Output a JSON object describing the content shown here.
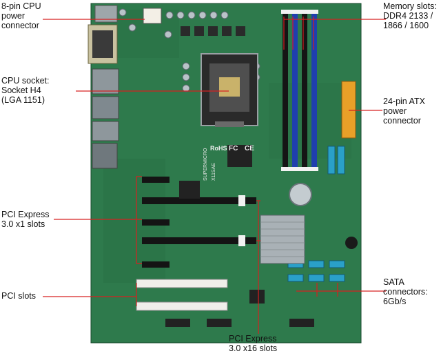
{
  "labels": {
    "cpu_power": "8-pin CPU\npower\nconnector",
    "cpu_socket": "CPU socket:\nSocket H4\n(LGA 1151)",
    "pcie_x1": "PCI Express\n3.0 x1 slots",
    "pci": "PCI slots",
    "memory": "Memory slots:\nDDR4 2133 /\n1866 / 1600",
    "atx_power": "24-pin ATX\npower\nconnector",
    "sata": "SATA\nconnectors:\n6Gb/s",
    "pcie_x16": "PCI Express\n3.0 x16 slots"
  },
  "board": {
    "brand": "SUPERMICRO",
    "model": "X11SAE",
    "rohs": "RoHS",
    "fcc": "FC",
    "ce": "CE"
  },
  "colors": {
    "pcb": "#2e7a4c",
    "pcb_dark": "#1f5e38",
    "callout": "#d62020",
    "dimm_blue": "#1f3fae",
    "dimm_black": "#151515",
    "atx_orange": "#e8a028",
    "sata_cyan": "#2aa0c8"
  }
}
